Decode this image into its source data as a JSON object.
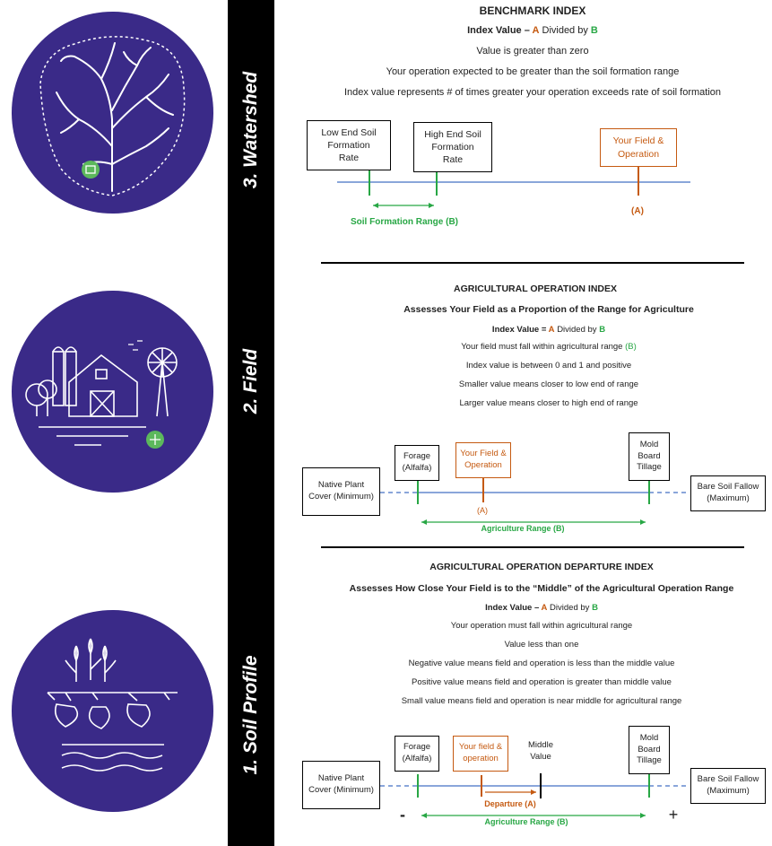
{
  "sidebar": {
    "levels": [
      {
        "label": "3. Watershed"
      },
      {
        "label": "2. Field"
      },
      {
        "label": "1. Soil Profile"
      }
    ]
  },
  "benchmark": {
    "title": "BENCHMARK INDEX",
    "formula": {
      "prefix": "Index Value – ",
      "a": "A",
      "mid": " Divided by ",
      "b": "B"
    },
    "lines": [
      "Value is greater than zero",
      "Your operation expected to be greater than the soil formation range",
      "Index value represents # of times greater your operation exceeds rate of soil formation"
    ],
    "boxes": {
      "low": "Low End Soil Formation Rate",
      "high": "High End Soil Formation Rate",
      "field": "Your Field & Operation"
    },
    "marker_a": "(A)",
    "range_label": "Soil Formation Range (B)"
  },
  "agricultural": {
    "title": "AGRICULTURAL OPERATION INDEX",
    "subtitle": "Assesses Your Field as a Proportion of the Range for Agriculture",
    "formula": {
      "prefix": "Index Value = ",
      "a": "A",
      "mid": " Divided by ",
      "b": "B"
    },
    "lines": [
      {
        "text": "Your field must fall within agricultural range ",
        "green": "(B)"
      },
      {
        "text": "Index value is between 0 and 1 and positive",
        "green": ""
      },
      {
        "text": "Smaller value means closer to low end of range",
        "green": ""
      },
      {
        "text": "Larger value means closer to high end of range",
        "green": ""
      }
    ],
    "boxes": {
      "native": "Native Plant Cover (Minimum)",
      "forage": "Forage (Alfalfa)",
      "field": "Your Field & Operation",
      "mold": "Mold Board Tillage",
      "bare": "Bare Soil Fallow (Maximum)"
    },
    "marker_a": "(A)",
    "range_label": "Agriculture Range (B)"
  },
  "departure": {
    "title": "AGRICULTURAL OPERATION DEPARTURE INDEX",
    "subtitle": "Assesses How Close Your Field is to the “Middle” of the Agricultural Operation Range",
    "formula": {
      "prefix": "Index Value – ",
      "a": "A",
      "mid": " Divided by ",
      "b": "B"
    },
    "lines": [
      "Your operation must fall within agricultural range",
      "Value less than one",
      "Negative value means field and operation is less than the middle value",
      "Positive value means field and operation is greater than middle value",
      "Small value means field and operation is near middle for agricultural range"
    ],
    "boxes": {
      "native": "Native Plant Cover (Minimum)",
      "forage": "Forage (Alfalfa)",
      "field": "Your field & operation",
      "middle": "Middle Value",
      "mold": "Mold Board Tillage",
      "bare": "Bare Soil Fallow (Maximum)"
    },
    "departure_label": "Departure (A)",
    "range_label": "Agriculture Range (B)",
    "minus": "-",
    "plus": "+"
  },
  "colors": {
    "circle": "#3a2a88",
    "green": "#28a745",
    "orange": "#c55a11",
    "axis": "#4472c4"
  }
}
